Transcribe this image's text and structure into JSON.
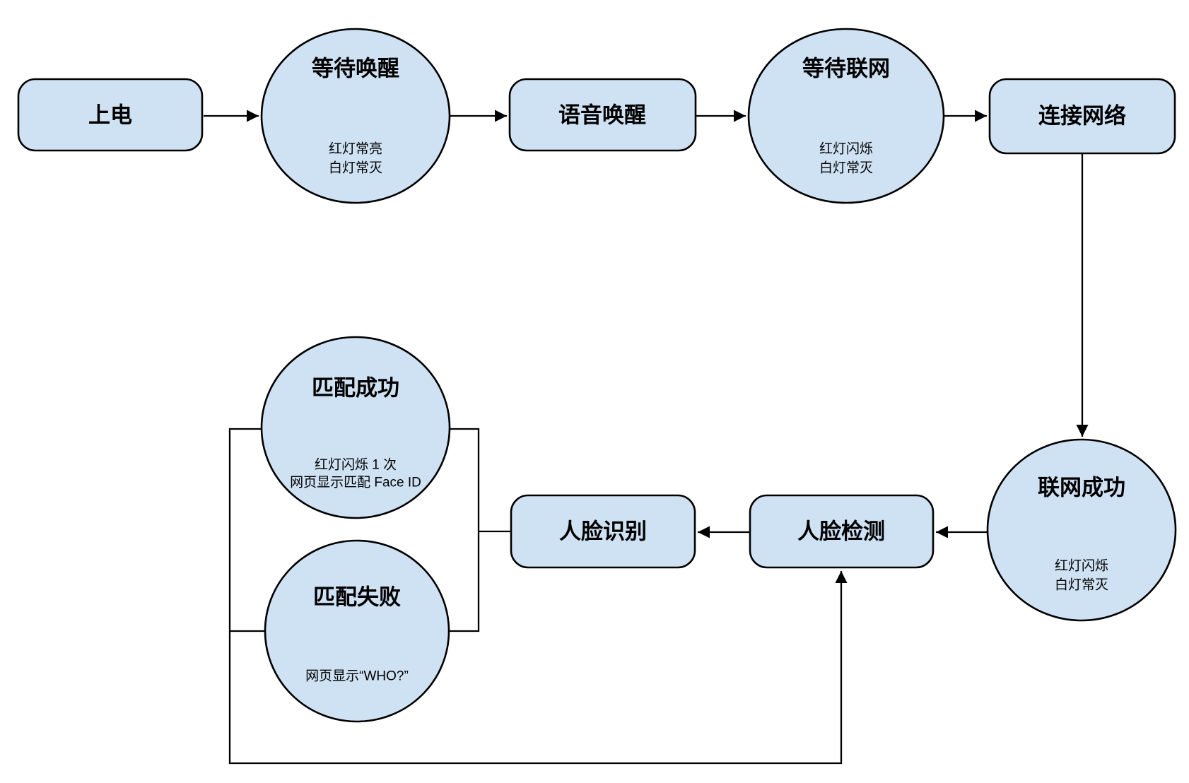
{
  "diagram": {
    "background_color": "#ffffff",
    "node_fill_color": "#cfe2f3",
    "node_stroke_color": "#000000",
    "text_color": "#000000",
    "nodes": {
      "power_on": {
        "label": "上电"
      },
      "wait_wake": {
        "label": "等待唤醒",
        "notes": [
          "红灯常亮",
          "白灯常灭"
        ]
      },
      "voice_wake": {
        "label": "语音唤醒"
      },
      "wait_network": {
        "label": "等待联网",
        "notes": [
          "红灯闪烁",
          "白灯常灭"
        ]
      },
      "connect_network": {
        "label": "连接网络"
      },
      "network_success": {
        "label": "联网成功",
        "notes": [
          "红灯闪烁",
          "白灯常灭"
        ]
      },
      "face_detect": {
        "label": "人脸检测"
      },
      "face_recognize": {
        "label": "人脸识别"
      },
      "match_success": {
        "label": "匹配成功",
        "notes": [
          "红灯闪烁 1 次",
          "网页显示匹配 Face ID"
        ]
      },
      "match_fail": {
        "label": "匹配失败",
        "notes": [
          "网页显示“WHO?”"
        ]
      }
    }
  }
}
